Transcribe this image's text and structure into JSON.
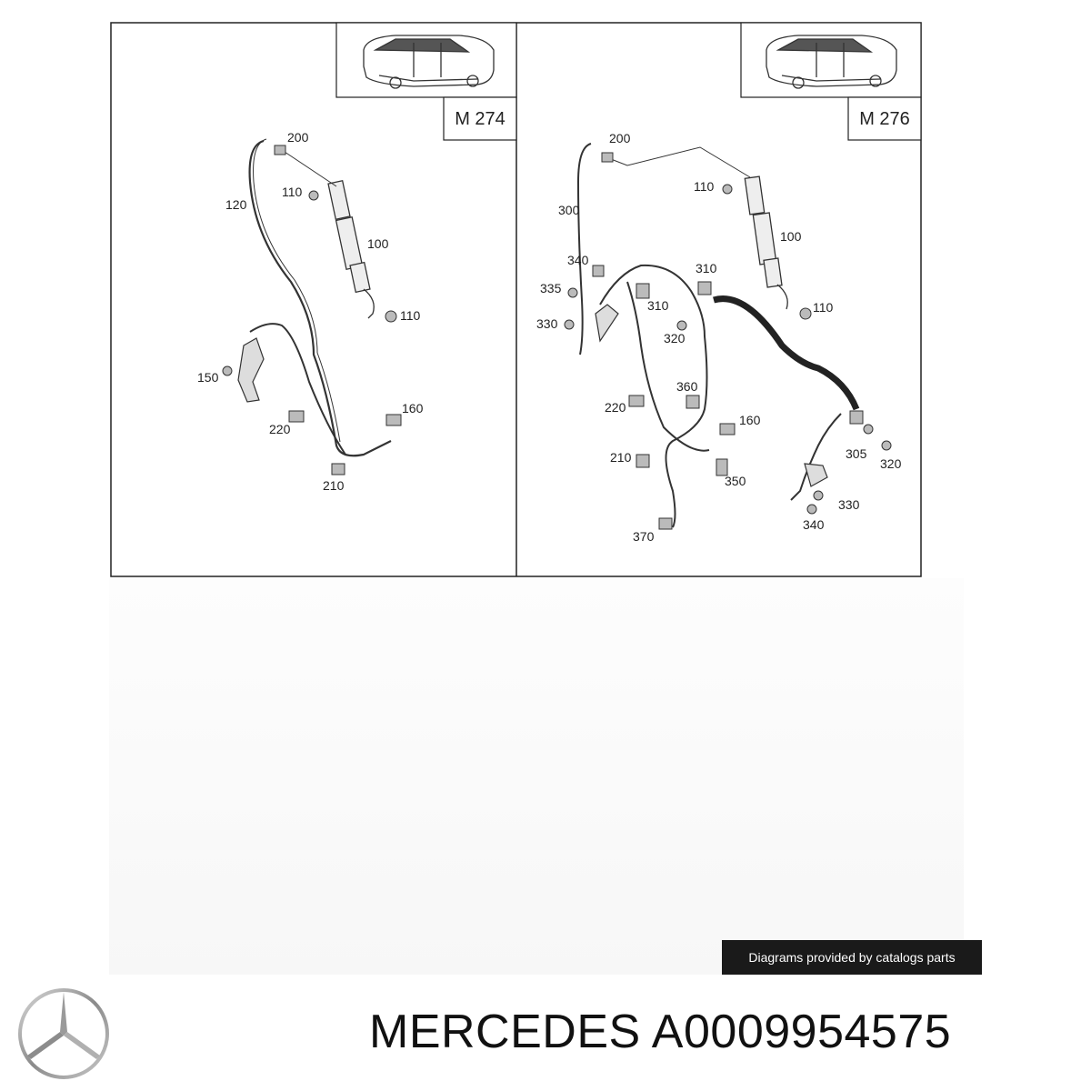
{
  "panels": [
    {
      "engine_label": "M 274",
      "callouts": [
        "200",
        "120",
        "110",
        "100",
        "110",
        "150",
        "160",
        "220",
        "210"
      ]
    },
    {
      "engine_label": "M 276",
      "callouts": [
        "200",
        "300",
        "110",
        "100",
        "340",
        "310",
        "335",
        "310",
        "110",
        "330",
        "320",
        "360",
        "220",
        "160",
        "210",
        "350",
        "305",
        "320",
        "330",
        "340",
        "370"
      ]
    }
  ],
  "credit": "Diagrams provided by catalogs parts",
  "brand": {
    "name": "MERCEDES",
    "part_number": "A0009954575"
  }
}
